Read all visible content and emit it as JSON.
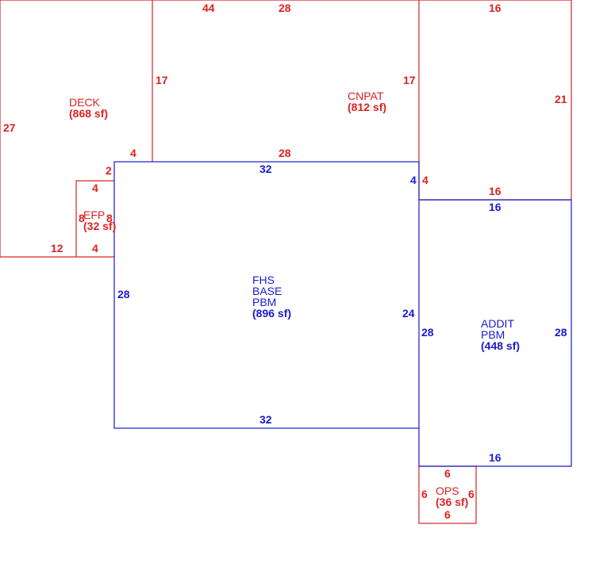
{
  "colors": {
    "red": "#dd2222",
    "blue": "#1a1ad0",
    "background": "#ffffff"
  },
  "areas": {
    "deck": {
      "name": "DECK",
      "area": "(868 sf)"
    },
    "cnpat": {
      "name": "CNPAT",
      "area": "(812 sf)"
    },
    "efp": {
      "name": "EFP",
      "area": "(32 sf)"
    },
    "fhs": {
      "name1": "FHS",
      "name2": "BASE",
      "name3": "PBM",
      "area": "(896 sf)"
    },
    "addit": {
      "name1": "ADDIT",
      "name2": "PBM",
      "area": "(448 sf)"
    },
    "ops": {
      "name": "OPS",
      "area": "(36 sf)"
    }
  },
  "dimensions": {
    "top_44": "44",
    "top_28": "28",
    "top_16": "16",
    "deck_left_27": "27",
    "deck_inner_17": "17",
    "cnpat_right_17": "17",
    "right_21": "21",
    "deck_4": "4",
    "cnpat_bottom_28": "28",
    "deck_2": "2",
    "deck_12": "12",
    "efp_top_4": "4",
    "efp_left_8": "8",
    "efp_right_8": "8",
    "efp_bottom_4": "4",
    "fhs_top_32": "32",
    "fhs_left_28": "28",
    "fhs_right_24": "24",
    "fhs_bottom_32": "32",
    "fhs_4_blue": "4",
    "red_4": "4",
    "red_16": "16",
    "addit_top_16": "16",
    "addit_left_28": "28",
    "addit_right_28": "28",
    "addit_bottom_16": "16",
    "ops_top_6": "6",
    "ops_left_6": "6",
    "ops_right_6": "6",
    "ops_bottom_6": "6"
  }
}
